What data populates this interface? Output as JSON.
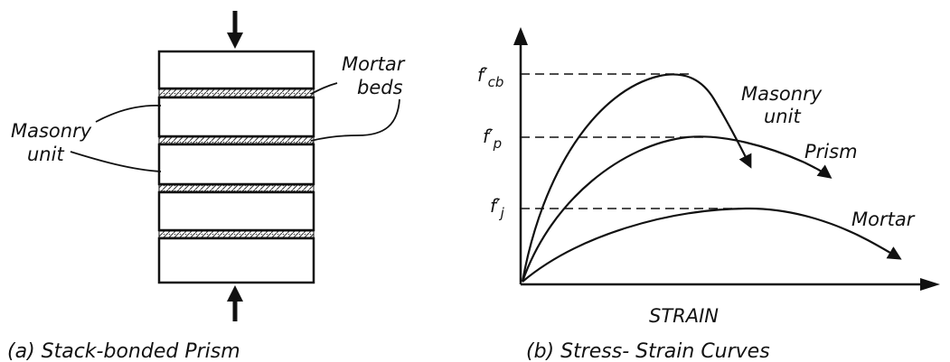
{
  "panel_a": {
    "caption": "(a) Stack-bonded Prism",
    "label_mortar_line1": "Mortar",
    "label_mortar_line2": "beds",
    "label_masonry_line1": "Masonry",
    "label_masonry_line2": "unit",
    "unit_count": 5
  },
  "panel_b": {
    "caption": "(b) Stress- Strain Curves",
    "x_axis_label": "STRAIN",
    "levels": [
      {
        "name": "f'cb",
        "base": "f",
        "sub": "cb",
        "curve": "Masonry unit"
      },
      {
        "name": "f'p",
        "base": "f",
        "sub": "p",
        "curve": "Prism"
      },
      {
        "name": "f'j",
        "base": "f",
        "sub": "j",
        "curve": "Mortar"
      }
    ],
    "curve_label_masonry_line1": "Masonry",
    "curve_label_masonry_line2": "unit",
    "curve_label_prism": "Prism",
    "curve_label_mortar": "Mortar"
  }
}
